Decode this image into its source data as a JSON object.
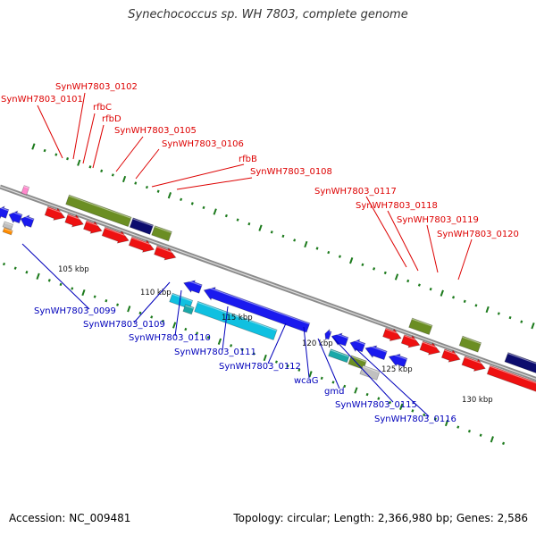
{
  "title": "Synechococcus sp. WH 7803, complete genome",
  "footer": {
    "accession": "Accession: NC_009481",
    "summary": "Topology: circular; Length: 2,366,980 bp; Genes: 2,586"
  },
  "colors": {
    "backbone": "#8c8c8c",
    "forward_label": "#dd0000",
    "reverse_label": "#0000bb",
    "tick": "#1c7a1c",
    "red": "#ee1111",
    "blue": "#1a1aee",
    "green": "#6b8e23",
    "navy": "#0c0c6e",
    "cyan": "#10c0e0",
    "teal": "#1aa8a8",
    "grey": "#c0c0c0",
    "orange": "#ff8c00",
    "pink": "#ff88cc"
  },
  "scale_labels": [
    "105 kbp",
    "110 kbp",
    "115 kbp",
    "120 kbp",
    "125 kbp",
    "130 kbp"
  ],
  "forward_gene_labels": [
    "SynWH7803_0101",
    "SynWH7803_0102",
    "rfbC",
    "rfbD",
    "SynWH7803_0105",
    "SynWH7803_0106",
    "rfbB",
    "SynWH7803_0108",
    "SynWH7803_0117",
    "SynWH7803_0118",
    "SynWH7803_0119",
    "SynWH7803_0120"
  ],
  "reverse_gene_labels": [
    "SynWH7803_0099",
    "SynWH7803_0109",
    "SynWH7803_0110",
    "SynWH7803_0111",
    "SynWH7803_0112",
    "wcaG",
    "gmd",
    "SynWH7803_0115",
    "SynWH7803_0116"
  ]
}
